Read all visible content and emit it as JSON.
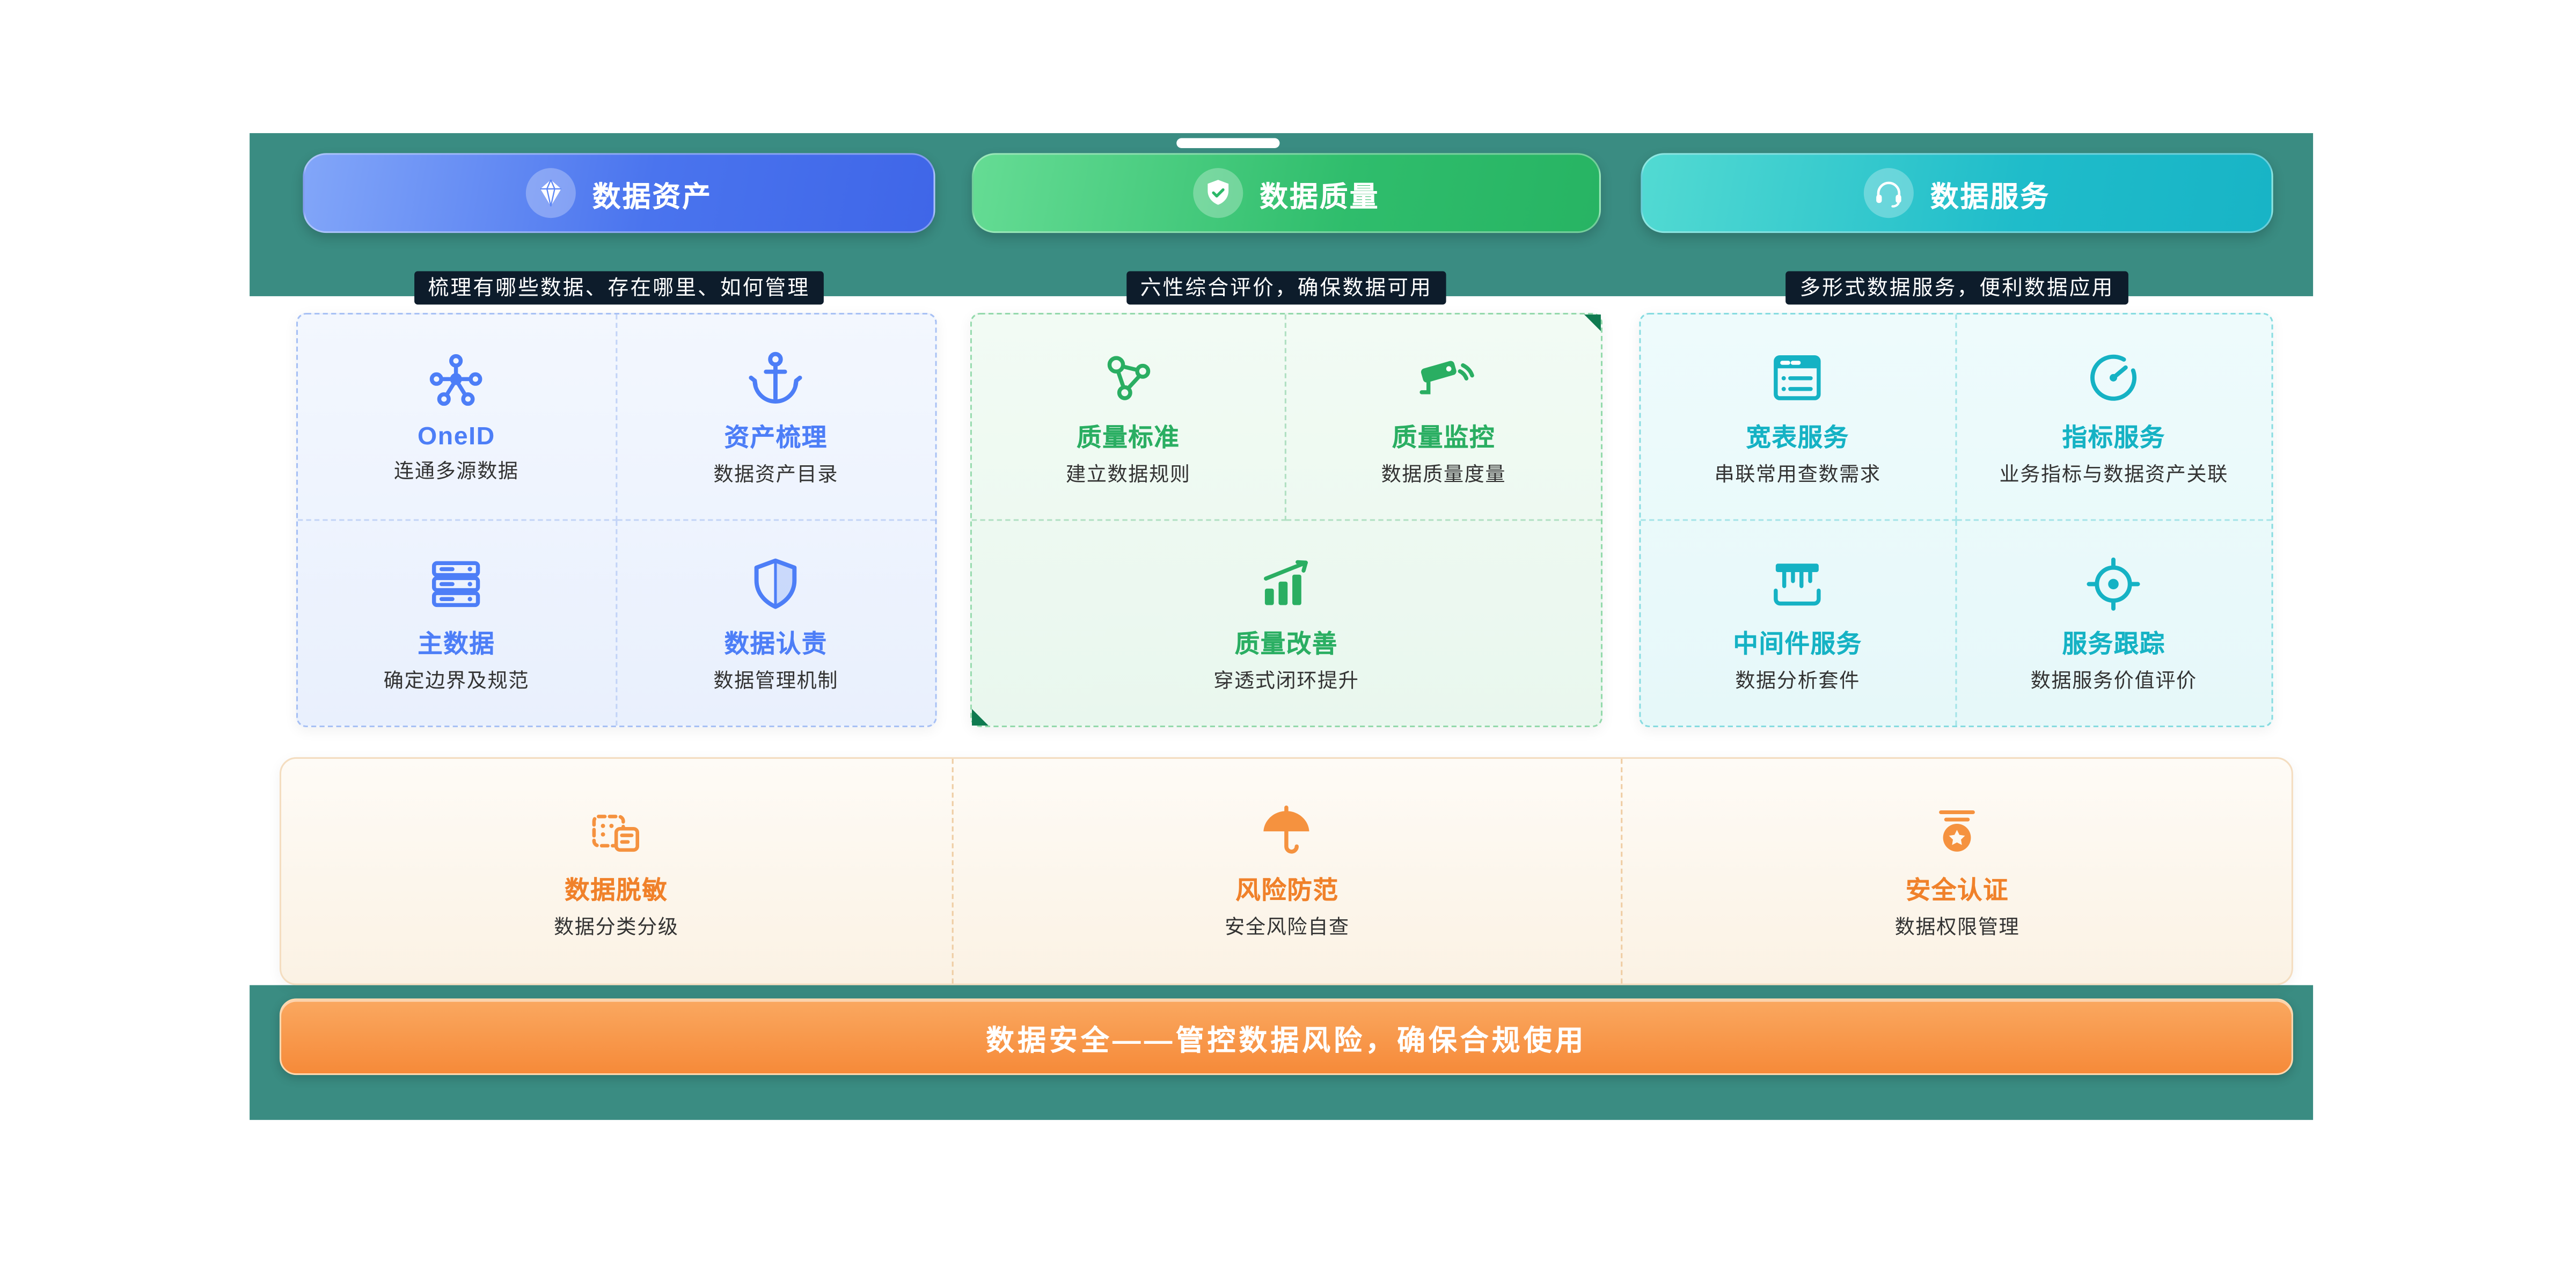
{
  "columns": [
    {
      "id": "assets",
      "button_label": "数据资产",
      "button_icon": "gem-icon",
      "subtitle": "梳理有哪些数据、存在哪里、如何管理",
      "items": [
        {
          "icon": "network-icon",
          "title": "OneID",
          "desc": "连通多源数据"
        },
        {
          "icon": "anchor-icon",
          "title": "资产梳理",
          "desc": "数据资产目录"
        },
        {
          "icon": "database-icon",
          "title": "主数据",
          "desc": "确定边界及规范"
        },
        {
          "icon": "shield-icon",
          "title": "数据认责",
          "desc": "数据管理机制"
        }
      ]
    },
    {
      "id": "quality",
      "button_label": "数据质量",
      "button_icon": "shield-check-icon",
      "subtitle": "六性综合评价，确保数据可用",
      "items": [
        {
          "icon": "molecule-icon",
          "title": "质量标准",
          "desc": "建立数据规则"
        },
        {
          "icon": "cctv-icon",
          "title": "质量监控",
          "desc": "数据质量度量"
        },
        {
          "icon": "chart-up-icon",
          "title": "质量改善",
          "desc": "穿透式闭环提升"
        }
      ]
    },
    {
      "id": "services",
      "button_label": "数据服务",
      "button_icon": "headset-icon",
      "subtitle": "多形式数据服务，便利数据应用",
      "items": [
        {
          "icon": "table-icon",
          "title": "宽表服务",
          "desc": "串联常用查数需求"
        },
        {
          "icon": "gauge-icon",
          "title": "指标服务",
          "desc": "业务指标与数据资产关联"
        },
        {
          "icon": "middleware-icon",
          "title": "中间件服务",
          "desc": "数据分析套件"
        },
        {
          "icon": "target-icon",
          "title": "服务跟踪",
          "desc": "数据服务价值评价"
        }
      ]
    }
  ],
  "security": {
    "items": [
      {
        "icon": "mask-icon",
        "title": "数据脱敏",
        "desc": "数据分类分级"
      },
      {
        "icon": "umbrella-icon",
        "title": "风险防范",
        "desc": "安全风险自查"
      },
      {
        "icon": "badge-icon",
        "title": "安全认证",
        "desc": "数据权限管理"
      }
    ],
    "banner": "数据安全——管控数据风险，确保合规使用"
  },
  "colors": {
    "band_teal": "#3a8c82",
    "assets_blue": "#4d7ef7",
    "quality_green": "#2aae62",
    "services_cyan": "#15b2c4",
    "security_orange": "#f0812a",
    "subtitle_bg": "#0d1c2b"
  }
}
